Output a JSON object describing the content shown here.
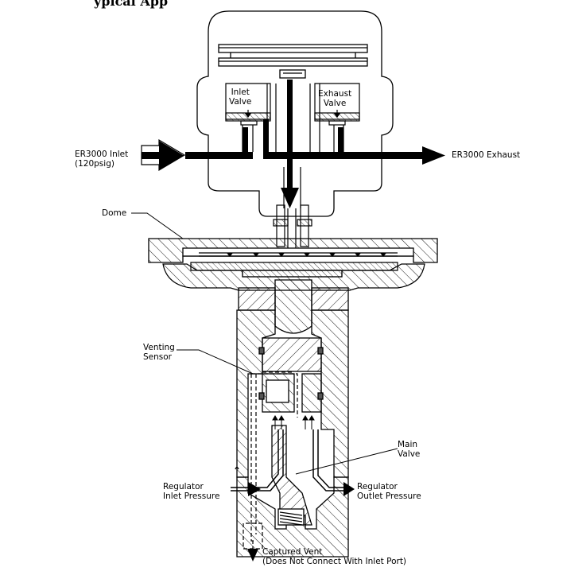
{
  "title_fragment": "ypical App",
  "labels": {
    "inlet_valve": [
      "Inlet",
      "Valve"
    ],
    "exhaust_valve": [
      "Exhaust",
      "Valve"
    ],
    "er3000_inlet": [
      "ER3000 Inlet",
      "(120psig)"
    ],
    "er3000_exhaust": "ER3000 Exhaust",
    "dome": "Dome",
    "venting_sensor": [
      "Venting",
      "Sensor"
    ],
    "main_valve": [
      "Main",
      "Valve"
    ],
    "regulator_inlet": [
      "Regulator",
      "Inlet Pressure"
    ],
    "regulator_outlet": [
      "Regulator",
      "Outlet Pressure"
    ],
    "captured_vent": [
      "Captured Vent",
      "(Does Not Connect With Inlet Port)"
    ]
  },
  "colors": {
    "line": "#000000",
    "background": "#ffffff"
  }
}
